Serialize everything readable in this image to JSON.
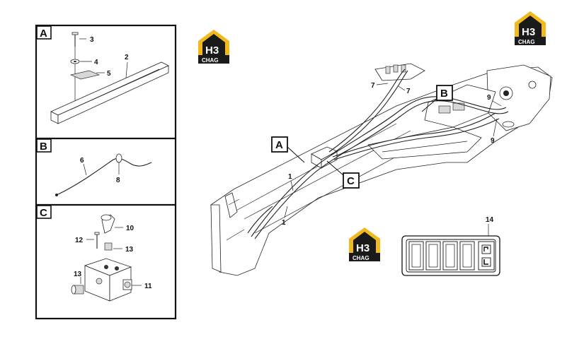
{
  "panels": {
    "A": {
      "letter": "A",
      "callouts": [
        "3",
        "4",
        "2",
        "5"
      ]
    },
    "B": {
      "letter": "B",
      "callouts": [
        "6",
        "8"
      ]
    },
    "C": {
      "letter": "C",
      "callouts": [
        "10",
        "12",
        "13",
        "13",
        "11"
      ]
    }
  },
  "main": {
    "labels": [
      "A",
      "B",
      "C"
    ],
    "callouts": [
      "7",
      "7",
      "9",
      "9",
      "1",
      "1"
    ]
  },
  "switch_panel": {
    "callout": "14"
  },
  "logos": [
    {
      "text": "H3",
      "subtext": "CHAG"
    },
    {
      "text": "H3",
      "subtext": "CHAG"
    },
    {
      "text": "H3",
      "subtext": "CHAG"
    }
  ],
  "colors": {
    "logo_house": "#f2b91e",
    "logo_dark": "#1a1a1a",
    "line": "#111111"
  }
}
